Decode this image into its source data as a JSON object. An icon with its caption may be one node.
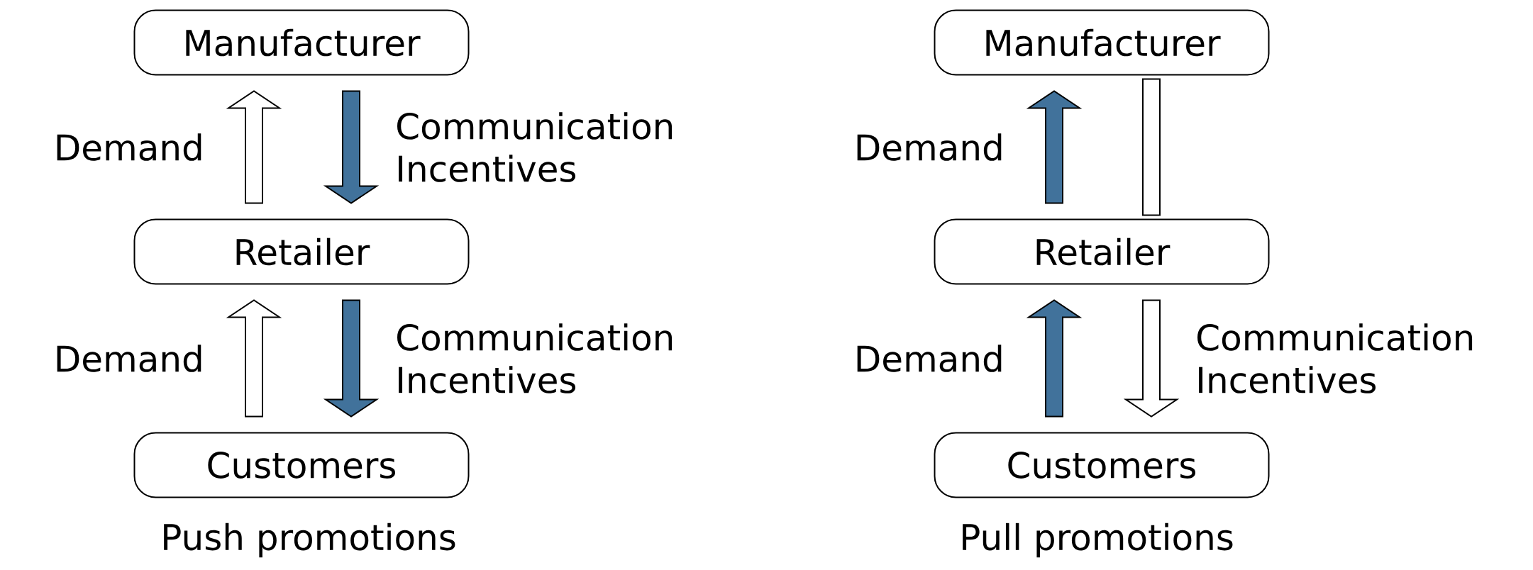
{
  "diagram": {
    "nodes": [
      {
        "text": [
          "Manufacturer"
        ]
      },
      {
        "text": [
          "Retailer"
        ]
      },
      {
        "text": [
          "Customers"
        ]
      },
      {
        "text": [
          "Manufacturer"
        ]
      },
      {
        "text": [
          "Retailer"
        ]
      },
      {
        "text": [
          "Customers"
        ]
      }
    ],
    "edges": [
      {
        "from": 1,
        "to": 0,
        "arrow": "to",
        "label": "Demand"
      },
      {
        "from": 0,
        "to": 1,
        "arrow": "to",
        "label": "Communication Incentives",
        "color": "#41729b"
      },
      {
        "from": 2,
        "to": 1,
        "arrow": "to",
        "label": "Demand"
      },
      {
        "from": 1,
        "to": 2,
        "arrow": "to",
        "label": "Communication Incentives",
        "color": "#41729b"
      },
      {
        "from": 4,
        "to": 3,
        "arrow": "to",
        "label": "Demand",
        "color": "#41729b"
      },
      {
        "from": 3,
        "to": 4,
        "arrow": "none"
      },
      {
        "from": 5,
        "to": 4,
        "arrow": "to",
        "label": "Demand",
        "color": "#41729b"
      },
      {
        "from": 4,
        "to": 5,
        "arrow": "to",
        "label": "Communication Incentives"
      }
    ],
    "labels": [
      "Push promotions",
      "Pull promotions"
    ]
  }
}
